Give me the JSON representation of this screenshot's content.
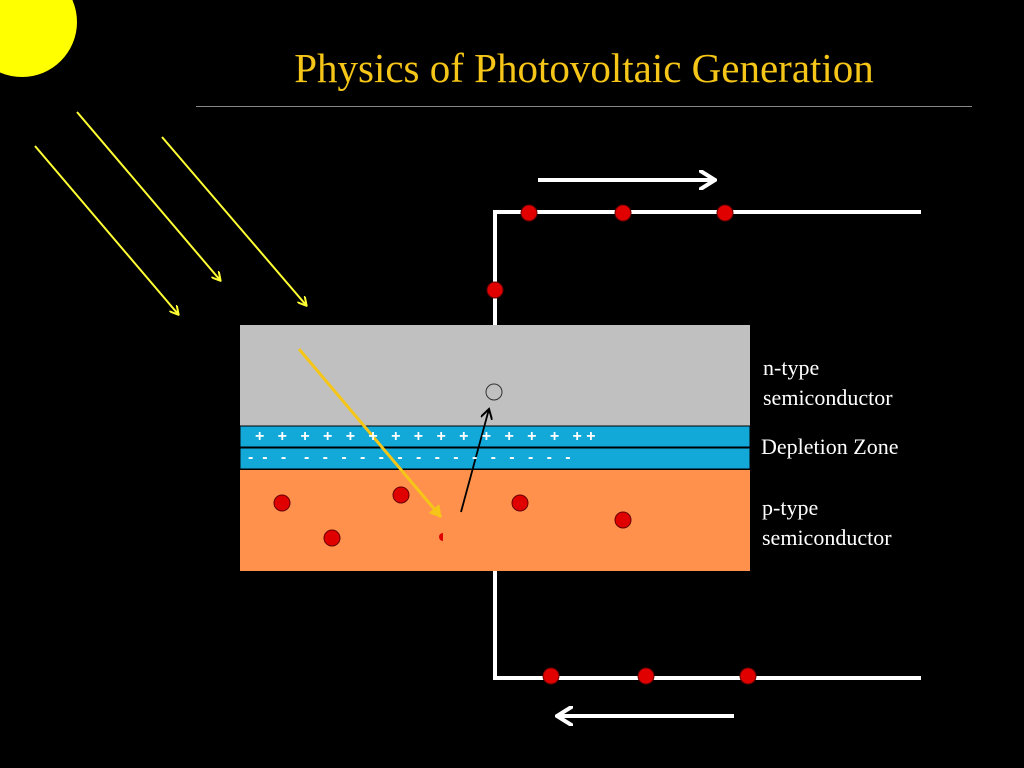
{
  "title": "Physics of Photovoltaic Generation",
  "labels": {
    "n_type_line1": "n-type",
    "n_type_line2": "semiconductor",
    "depletion": "Depletion Zone",
    "p_type_line1": "p-type",
    "p_type_line2": "semiconductor"
  },
  "charges": {
    "positive_row": "+   +   +   +   +   +   +   +   +   +   +   +   +   +   + +",
    "negative_row": "-  -   -    -   -   -   -   -   -   -   -   -   -   -   -   -   -   -"
  },
  "colors": {
    "background": "#000000",
    "title": "#f5c518",
    "sun": "#ffff00",
    "sun_rays": "#ffff33",
    "n_type": "#c0c0c0",
    "depletion": "#12a8d8",
    "p_type": "#ff914d",
    "electron": "#e00000",
    "wire": "#ffffff",
    "photon": "#f5c518"
  },
  "icons": {
    "sun": "sun-icon",
    "electron": "electron-dot",
    "hole": "hole-circle",
    "current_arrow": "arrow-right-icon",
    "return_arrow": "arrow-left-icon"
  }
}
